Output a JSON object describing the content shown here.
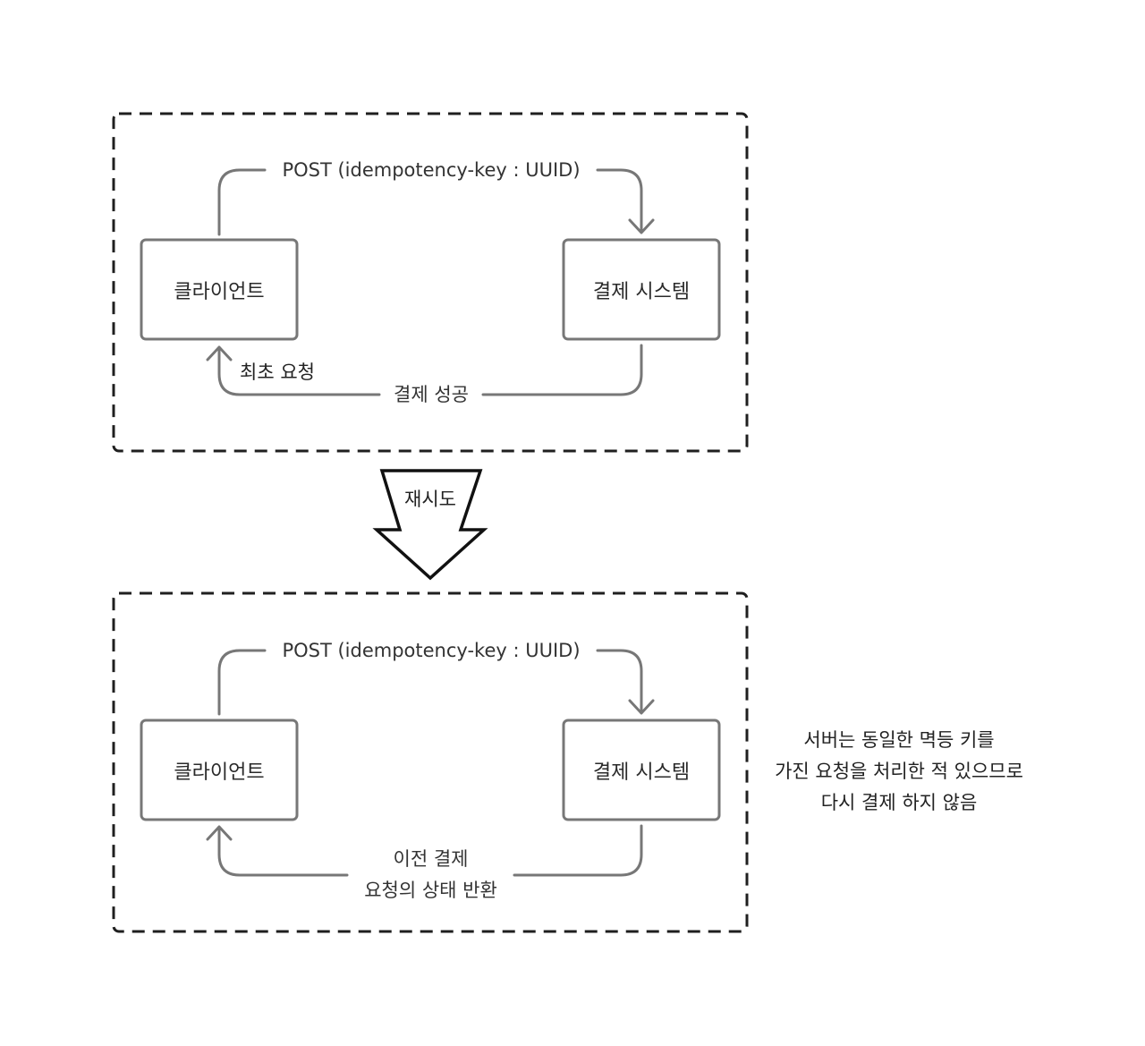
{
  "colors": {
    "stroke": "#777777",
    "frame": "#1f1f1f",
    "text": "#333333",
    "background": "#ffffff"
  },
  "panel_top": {
    "client_label": "클라이언트",
    "payment_label": "결제 시스템",
    "request_label": "POST (idempotency-key : UUID)",
    "first_request_label": "최초 요청",
    "response_label": "결제 성공"
  },
  "retry_label": "재시도",
  "panel_bottom": {
    "client_label": "클라이언트",
    "payment_label": "결제 시스템",
    "request_label": "POST (idempotency-key : UUID)",
    "response_line1": "이전 결제",
    "response_line2": "요청의 상태 반환"
  },
  "note": {
    "line1": "서버는 동일한 멱등 키를",
    "line2": "가진 요청을 처리한 적 있으므로",
    "line3": "다시 결제 하지 않음"
  }
}
